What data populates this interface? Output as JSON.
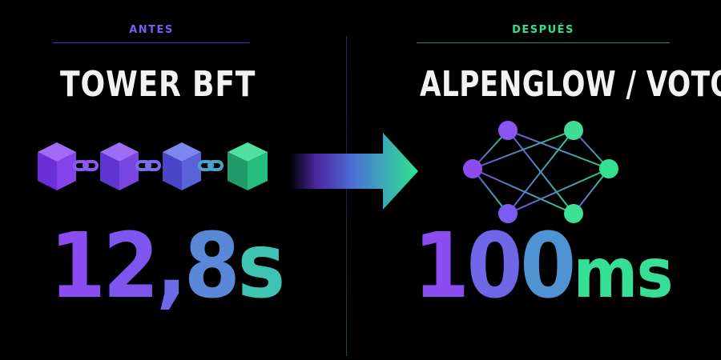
{
  "before": {
    "label": "ANTES",
    "title": "TOWER BFT",
    "value": {
      "c1": "1",
      "c2": "2",
      "c3": ",",
      "c4": "8",
      "c5": "s"
    },
    "icon": "blockchain-chain-icon"
  },
  "after": {
    "label": "DESPUÉS",
    "title": "ALPENGLOW / VOTOR",
    "value": {
      "n1": "1",
      "n2": "0",
      "n3": "0",
      "unit": "ms"
    },
    "icon": "mesh-network-icon"
  },
  "colors": {
    "background": "#000000",
    "purple": "#8b4cf2",
    "green": "#2fe08f",
    "title": "#f2f2f2"
  }
}
